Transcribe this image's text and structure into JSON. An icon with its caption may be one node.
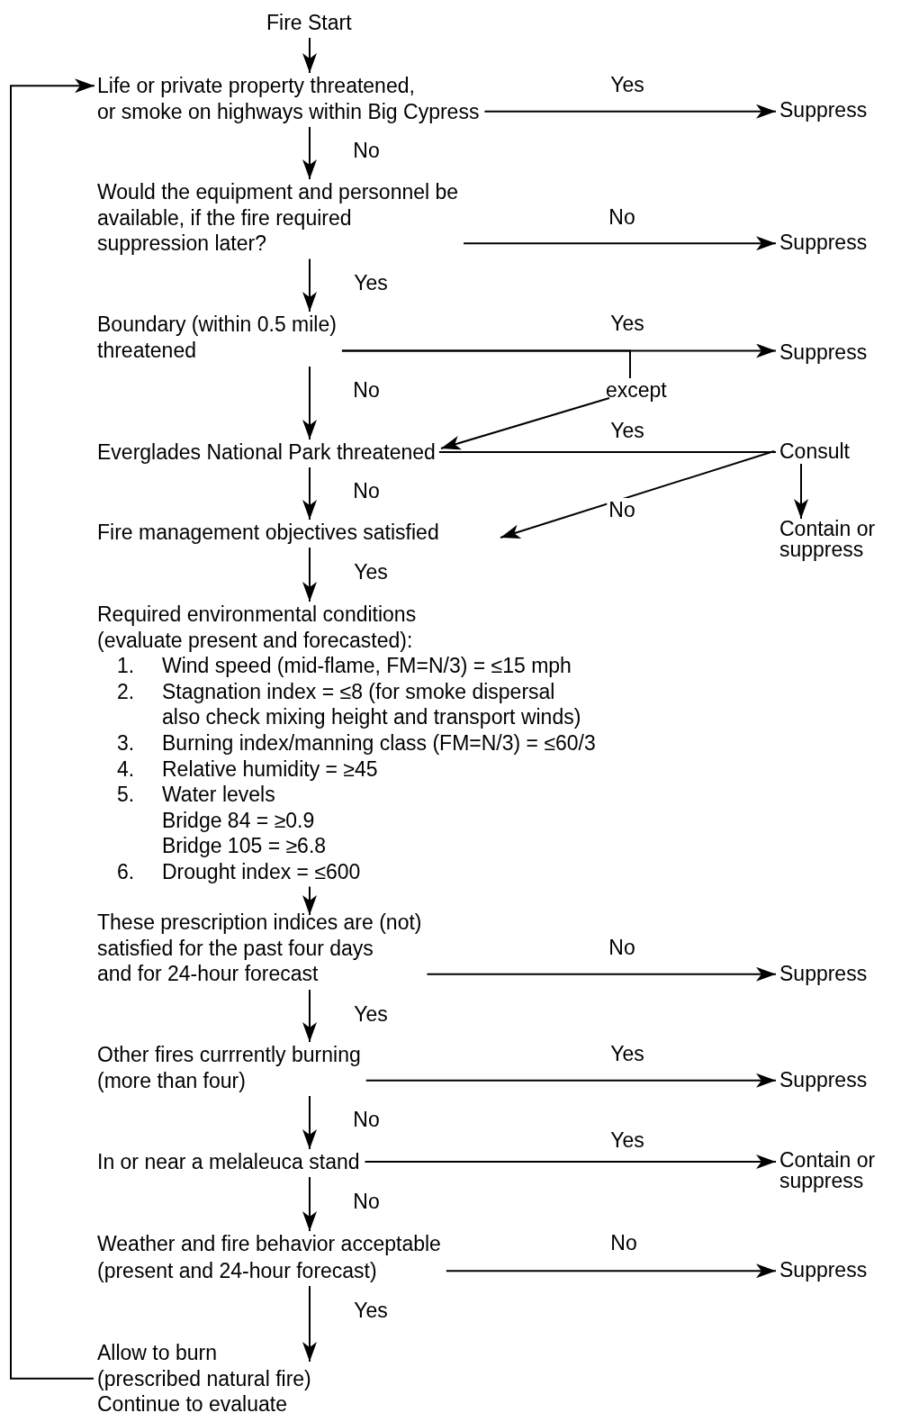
{
  "diagram": {
    "nodes": [
      {
        "text": [
          "Fire Start"
        ]
      },
      {
        "text": [
          "Life or private property threatened, or smoke on highways within Big Cypress"
        ]
      },
      {
        "text": [
          "Suppress"
        ]
      },
      {
        "text": [
          "Would the equipment and personnel be available, if the fire required suppression later?"
        ]
      },
      {
        "text": [
          "Suppress"
        ]
      },
      {
        "text": [
          "Boundary (within 0.5 mile) threatened"
        ]
      },
      {
        "text": [
          "Suppress"
        ]
      },
      {
        "text": [
          "except"
        ]
      },
      {
        "text": [
          "Everglades National Park threatened"
        ]
      },
      {
        "text": [
          "Consult"
        ]
      },
      {
        "text": [
          "Contain or suppress"
        ]
      },
      {
        "text": [
          "Fire management objectives satisfied"
        ]
      },
      {
        "text": [
          "Required environmental conditions (evaluate present and forecasted):",
          "1.",
          "Wind speed (mid-flame, FM=N/3) = ≤15 mph",
          "2.",
          "Stagnation index = ≤8 (for smoke dispersal also check mixing height and transport winds)",
          "3.",
          "Burning index/manning class (FM=N/3) = ≤60/3",
          "4.",
          "Relative humidity = ≥45",
          "5.",
          "Water levels",
          "Bridge 84 = ≥0.9",
          "Bridge 105 = ≥6.8",
          "6.",
          "Drought index = ≤600"
        ]
      },
      {
        "text": [
          "These prescription indices are (not) satisfied for the past four days and for 24-hour forecast"
        ]
      },
      {
        "text": [
          "Suppress"
        ]
      },
      {
        "text": [
          "Other fires currrently burning (more than four)"
        ]
      },
      {
        "text": [
          "Suppress"
        ]
      },
      {
        "text": [
          "In or near a melaleuca stand"
        ]
      },
      {
        "text": [
          "Contain or suppress"
        ]
      },
      {
        "text": [
          "Weather and fire behavior acceptable (present and 24-hour forecast)"
        ]
      },
      {
        "text": [
          "Suppress"
        ]
      },
      {
        "text": [
          "Allow to burn (prescribed natural fire) Continue to evaluate"
        ]
      }
    ],
    "edges": [
      {
        "from": 0,
        "to": 1,
        "arrow": "to"
      },
      {
        "from": 1,
        "to": 2,
        "arrow": "to",
        "label": "Yes"
      },
      {
        "from": 1,
        "to": 3,
        "arrow": "to",
        "label": "No"
      },
      {
        "from": 3,
        "to": 4,
        "arrow": "to",
        "label": "No"
      },
      {
        "from": 3,
        "to": 5,
        "arrow": "to",
        "label": "Yes"
      },
      {
        "from": 5,
        "to": 6,
        "arrow": "to",
        "label": "Yes"
      },
      {
        "from": 5,
        "to": 8,
        "arrow": "to",
        "label": "No"
      },
      {
        "from": 5,
        "to": 7,
        "arrow": "none"
      },
      {
        "from": 7,
        "to": 8,
        "arrow": "to"
      },
      {
        "from": 8,
        "to": 9,
        "arrow": "none",
        "label": "Yes"
      },
      {
        "from": 9,
        "to": 10,
        "arrow": "to"
      },
      {
        "from": 9,
        "to": 11,
        "arrow": "to",
        "label": "No"
      },
      {
        "from": 8,
        "to": 11,
        "arrow": "to",
        "label": "No"
      },
      {
        "from": 11,
        "to": 12,
        "arrow": "to",
        "label": "Yes"
      },
      {
        "from": 12,
        "to": 13,
        "arrow": "to"
      },
      {
        "from": 13,
        "to": 14,
        "arrow": "to",
        "label": "No"
      },
      {
        "from": 13,
        "to": 15,
        "arrow": "to",
        "label": "Yes"
      },
      {
        "from": 15,
        "to": 16,
        "arrow": "to",
        "label": "Yes"
      },
      {
        "from": 15,
        "to": 17,
        "arrow": "to",
        "label": "No"
      },
      {
        "from": 17,
        "to": 18,
        "arrow": "to",
        "label": "Yes"
      },
      {
        "from": 17,
        "to": 19,
        "arrow": "to",
        "label": "No"
      },
      {
        "from": 19,
        "to": 20,
        "arrow": "to",
        "label": "No"
      },
      {
        "from": 19,
        "to": 21,
        "arrow": "to",
        "label": "Yes"
      },
      {
        "from": 21,
        "to": 1,
        "arrow": "to"
      }
    ]
  }
}
